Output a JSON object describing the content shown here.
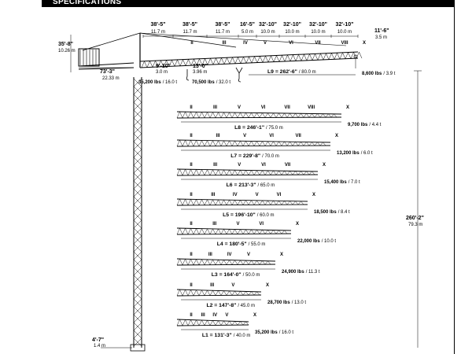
{
  "header": {
    "title": "SPECIFICATIONS"
  },
  "top_sections": [
    {
      "ft": "38'-5\"",
      "m": "11.7 m"
    },
    {
      "ft": "38'-5\"",
      "m": "11.7 m"
    },
    {
      "ft": "38'-5\"",
      "m": "11.7 m"
    },
    {
      "ft": "16'-5\"",
      "m": "5.0 m"
    },
    {
      "ft": "32'-10\"",
      "m": "10.0 m"
    },
    {
      "ft": "32'-10\"",
      "m": "10.0 m"
    },
    {
      "ft": "32'-10\"",
      "m": "10.0 m"
    },
    {
      "ft": "32'-10\"",
      "m": "10.0 m"
    }
  ],
  "top_jib_numerals": [
    "II",
    "III",
    "IV",
    "V",
    "VI",
    "VII",
    "VIII",
    "X"
  ],
  "tip_dim": {
    "ft": "11'-6\"",
    "m": "3.5 m"
  },
  "counter_height": {
    "ft": "35'-8\"",
    "m": "10.26 m"
  },
  "counter_jib": {
    "ft": "73'-3\"",
    "m": "22.33 m"
  },
  "dim_9_10": {
    "ft": "9'-10\"",
    "m": "3.0 m"
  },
  "dim_13_0": {
    "ft": "13'-0\"",
    "m": "3.96 m"
  },
  "load_a": {
    "lbs": "35,200 lbs",
    "t": "16.0 t"
  },
  "load_b": {
    "lbs": "70,500 lbs",
    "t": "32.0 t"
  },
  "l9": {
    "label": "L9 = 262'-6\"",
    "m": "80.0 m",
    "lbs": "8,600 lbs",
    "t": "3.9 t"
  },
  "jibs": [
    {
      "label": "L8 = 246'-1\"",
      "m": "75.0 m",
      "lbs": "9,700 lbs",
      "t": "4.4 t",
      "numerals": [
        "II",
        "III",
        "V",
        "VI",
        "VII",
        "VIII",
        "X"
      ]
    },
    {
      "label": "L7 = 229'-8\"",
      "m": "70.0 m",
      "lbs": "13,200 lbs",
      "t": "6.0 t",
      "numerals": [
        "II",
        "III",
        "V",
        "VI",
        "VII",
        "X"
      ]
    },
    {
      "label": "L6 = 213'-3\"",
      "m": "65.0 m",
      "lbs": "15,400 lbs",
      "t": "7.0 t",
      "numerals": [
        "II",
        "III",
        "V",
        "VI",
        "VII",
        "X"
      ]
    },
    {
      "label": "L5 = 196'-10\"",
      "m": "60.0 m",
      "lbs": "18,500 lbs",
      "t": "8.4 t",
      "numerals": [
        "II",
        "III",
        "IV",
        "V",
        "VI",
        "X"
      ]
    },
    {
      "label": "L4 = 180'-5\"",
      "m": "55.0 m",
      "lbs": "22,000 lbs",
      "t": "10.0 t",
      "numerals": [
        "II",
        "III",
        "V",
        "VI",
        "X"
      ]
    },
    {
      "label": "L3 = 164'-0\"",
      "m": "50.0 m",
      "lbs": "24,900 lbs",
      "t": "11.3 t",
      "numerals": [
        "II",
        "III",
        "IV",
        "V",
        "X"
      ]
    },
    {
      "label": "L2 = 147'-8\"",
      "m": "45.0 m",
      "lbs": "28,700 lbs",
      "t": "13.0 t",
      "numerals": [
        "II",
        "III",
        "V",
        "X"
      ]
    },
    {
      "label": "L1 = 131'-3\"",
      "m": "40.0 m",
      "lbs": "35,200 lbs",
      "t": "16.0 t",
      "numerals": [
        "II",
        "III",
        "IV",
        "V",
        "X"
      ]
    }
  ],
  "total_height": {
    "ft": "260'-2\"",
    "m": "79.3 m"
  },
  "base_dim": {
    "ft": "4'-7\"",
    "m": "1.4 m"
  }
}
